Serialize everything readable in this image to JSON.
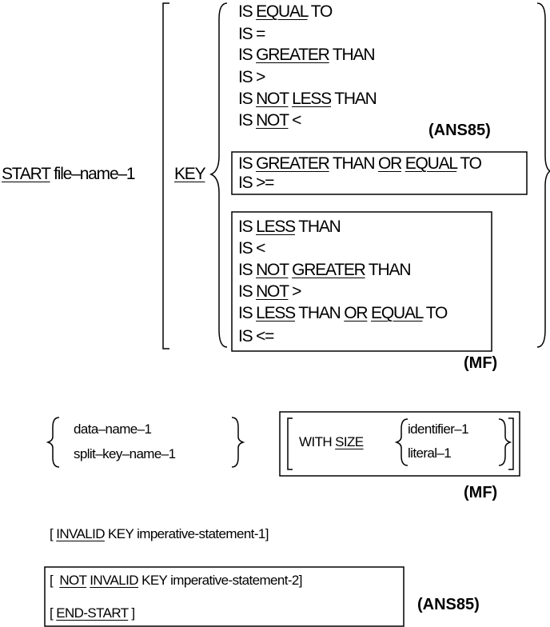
{
  "start_line": {
    "start_kw": "START",
    "file_name": "file–name–1",
    "key_kw": "KEY"
  },
  "key_options": [
    {
      "is": "IS",
      "kw1": "EQUAL",
      "rest": "TO"
    },
    {
      "is": "IS",
      "rest": "="
    },
    {
      "is": "IS",
      "kw1": "GREATER",
      "rest": "THAN"
    },
    {
      "is": "IS",
      "rest": ">"
    },
    {
      "is": "IS",
      "kw1": "NOT",
      "kw2": "LESS",
      "rest": "THAN"
    },
    {
      "is": "IS",
      "kw1": "NOT",
      "rest": "<"
    }
  ],
  "ans85_box": {
    "tag": "(ANS85)",
    "line1": {
      "is": "IS",
      "kw1": "GREATER",
      "mid": "THAN",
      "kw2": "OR",
      "kw3": "EQUAL",
      "rest": "TO"
    },
    "line2": "IS >="
  },
  "mf_box": {
    "tag": "(MF)",
    "line1": {
      "is": "IS",
      "kw1": "LESS",
      "rest": "THAN"
    },
    "line2": "IS <",
    "line3": {
      "is": "IS",
      "kw1": "NOT",
      "kw2": "GREATER",
      "rest": "THAN"
    },
    "line4": {
      "is": "IS",
      "kw1": "NOT",
      "rest": ">"
    },
    "line5": {
      "is": "IS",
      "kw1": "LESS",
      "mid": "THAN",
      "kw2": "OR",
      "kw3": "EQUAL",
      "rest": "TO"
    },
    "line6": "IS <="
  },
  "data_choice": {
    "option1": "data–name–1",
    "option2": "split–key–name–1"
  },
  "size_clause": {
    "with_kw": "WITH",
    "size_kw": "SIZE",
    "option1": "identifier–1",
    "option2": "literal–1",
    "tag": "(MF)"
  },
  "invalid_clause": {
    "open": "[",
    "invalid_kw": "INVALID",
    "rest": "KEY imperative-statement-1]"
  },
  "ans85_bottom_box": {
    "open": "[",
    "not_kw": "NOT",
    "invalid_kw": "INVALID",
    "rest": "KEY imperative-statement-2]",
    "end_open": "[",
    "end_start": "END-START",
    "end_close": "]",
    "tag": "(ANS85)"
  }
}
